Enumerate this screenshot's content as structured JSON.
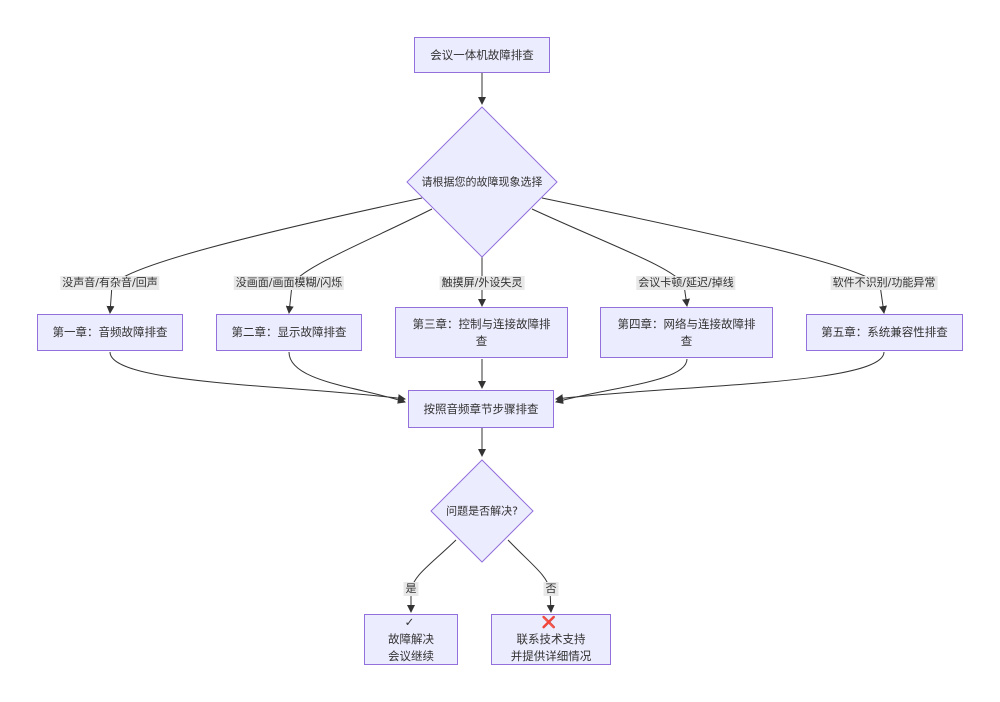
{
  "flow": {
    "start": "会议一体机故障排查",
    "choose": "请根据您的故障现象选择",
    "ch1": "第一章：音频故障排查",
    "ch2": "第二章：显示故障排查",
    "ch3": "第三章：控制与连接故障排查",
    "ch4": "第四章：网络与连接故障排查",
    "ch5": "第五章：系统兼容性排查",
    "follow": "按照音频章节步骤排查",
    "solved_q": "问题是否解决?",
    "ok": {
      "glyph": "✓",
      "line1": "故障解决",
      "line2": "会议继续"
    },
    "fail": {
      "glyph": "❌",
      "line1": "联系技术支持",
      "line2": "并提供详细情况"
    }
  },
  "edge_labels": {
    "audio": "没声音/有杂音/回声",
    "display": "没画面/画面模糊/闪烁",
    "touch": "触摸屏/外设失灵",
    "network": "会议卡顿/延迟/掉线",
    "software": "软件不识别/功能异常",
    "yes": "是",
    "no": "否"
  },
  "colors": {
    "node_fill": "#ECECFF",
    "node_border": "#9370DB",
    "edge": "#333333",
    "label_bg": "#e8e8e8"
  }
}
